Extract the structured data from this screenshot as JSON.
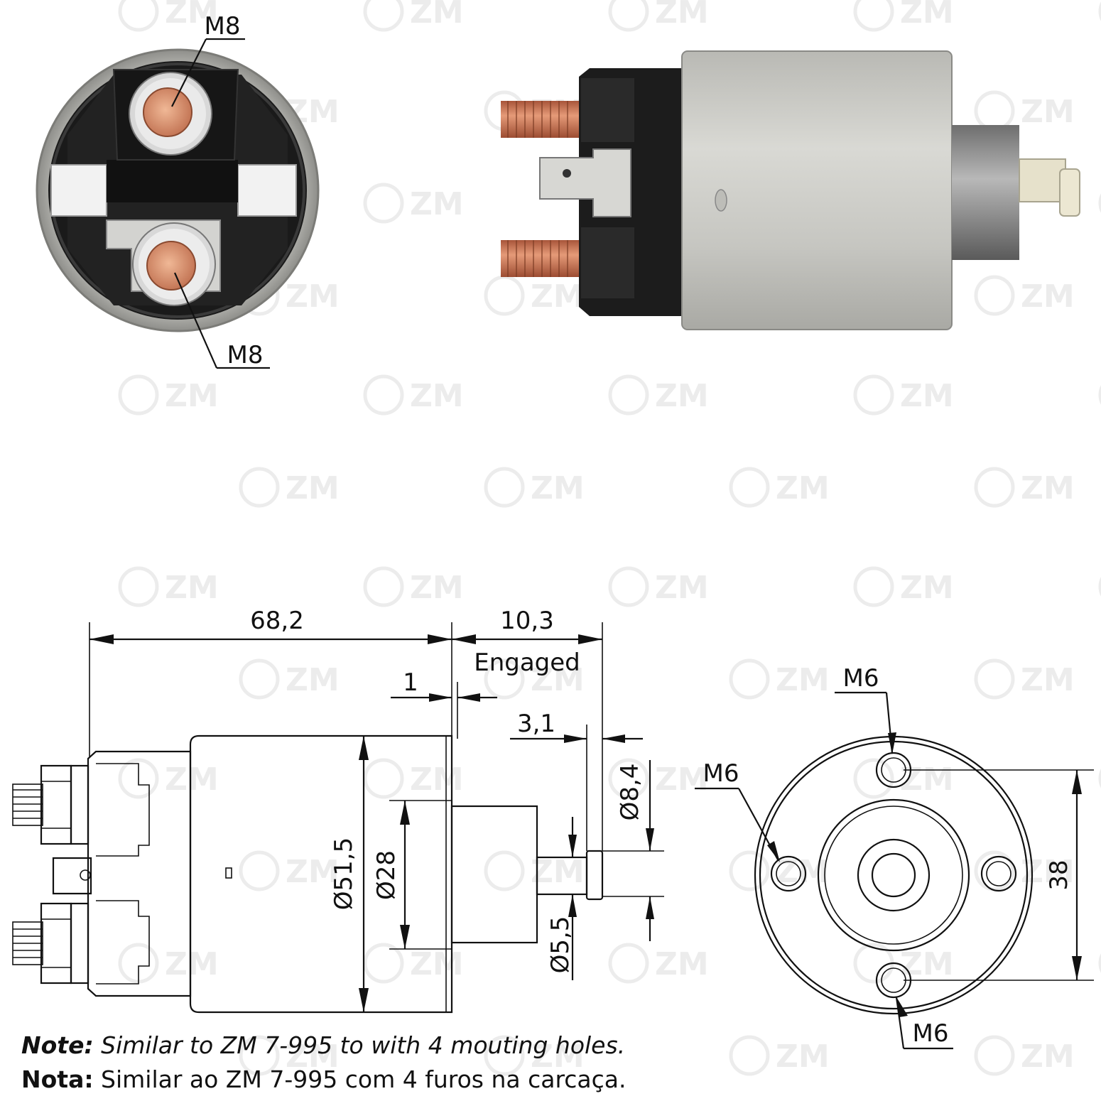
{
  "watermark": {
    "text": "ZM"
  },
  "photos": {
    "end_view": {
      "top_terminal": "M8",
      "bottom_terminal": "M8"
    }
  },
  "drawing": {
    "dims": {
      "overall_length": "68,2",
      "travel": "10,3",
      "travel_note": "Engaged",
      "flange_thickness": "1",
      "tip_length": "3,1",
      "body_diameter": "Ø51,5",
      "nose_diameter": "Ø28",
      "tip_diameter": "Ø8,4",
      "shaft_diameter": "Ø5,5",
      "hole_spacing": "38"
    },
    "holes": {
      "top": "M6",
      "left": "M6",
      "bottom": "M6"
    }
  },
  "notes": {
    "en_label": "Note:",
    "en_text": " Similar to ZM 7-995 to with 4 mouting holes.",
    "pt_label": "Nota:",
    "pt_text": " Similar ao ZM 7-995 com 4 furos na carcaça."
  },
  "colors": {
    "copper": "#c8714a",
    "housing_silver": "#c9c9c4",
    "cap_black": "#1b1b1b",
    "plunger_tip": "#e7e2cc",
    "watermark": "#eeeeee"
  }
}
